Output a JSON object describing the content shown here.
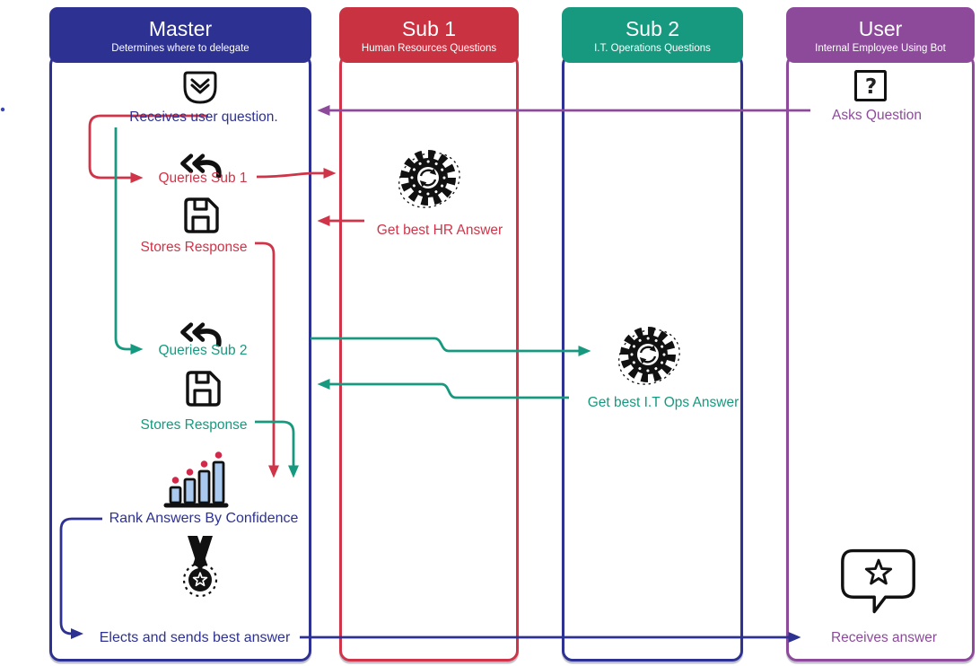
{
  "diagram": {
    "columns": [
      {
        "id": "master",
        "title": "Master",
        "subtitle": "Determines where to delegate",
        "header_color": "#2d3191",
        "border_color": "#2d3191"
      },
      {
        "id": "sub1",
        "title": "Sub 1",
        "subtitle": "Human Resources Questions",
        "header_color": "#c93241",
        "border_color": "#cf3448"
      },
      {
        "id": "sub2",
        "title": "Sub 2",
        "subtitle": "I.T. Operations Questions",
        "header_color": "#17997f",
        "border_color": "#2d3191"
      },
      {
        "id": "user",
        "title": "User",
        "subtitle": "Internal Employee Using Bot",
        "header_color": "#8d4a9b",
        "border_color": "#8d4a9b"
      }
    ],
    "master_steps": {
      "receives_question": "Receives user question.",
      "queries_sub1": "Queries Sub 1",
      "stores_response_1": "Stores Response",
      "queries_sub2": "Queries Sub 2",
      "stores_response_2": "Stores Response",
      "rank_answers": "Rank Answers By Confidence",
      "elects_best": "Elects and sends best answer"
    },
    "sub1_steps": {
      "get_hr_answer": "Get best  HR Answer"
    },
    "sub2_steps": {
      "get_itops_answer": "Get best  I.T Ops Answer"
    },
    "user_steps": {
      "asks_question": "Asks Question",
      "receives_answer": "Receives answer"
    },
    "icons": {
      "receive_icon": "pouch-with-double-chevron-down",
      "reply_icon": "double-chevron-left-with-curved-tail",
      "save_icon": "floppy-disk-outline",
      "gear_sync_icon": "black-gear-with-sync-arrows-and-dotted-ring",
      "bar_chart_icon": "rising-bars-with-red-dots",
      "medal_icon": "ribbon-medal-with-star",
      "question_icon": "question-mark-in-square",
      "star_chat_icon": "speech-bubble-with-star"
    },
    "colors": {
      "master_blue": "#2d3191",
      "sub1_red": "#cf3448",
      "sub2_teal": "#17997f",
      "user_purple": "#8d4a9b",
      "bar_fill": "#a9c9ef",
      "dot_red": "#d2294b",
      "icon_black": "#111111"
    }
  }
}
